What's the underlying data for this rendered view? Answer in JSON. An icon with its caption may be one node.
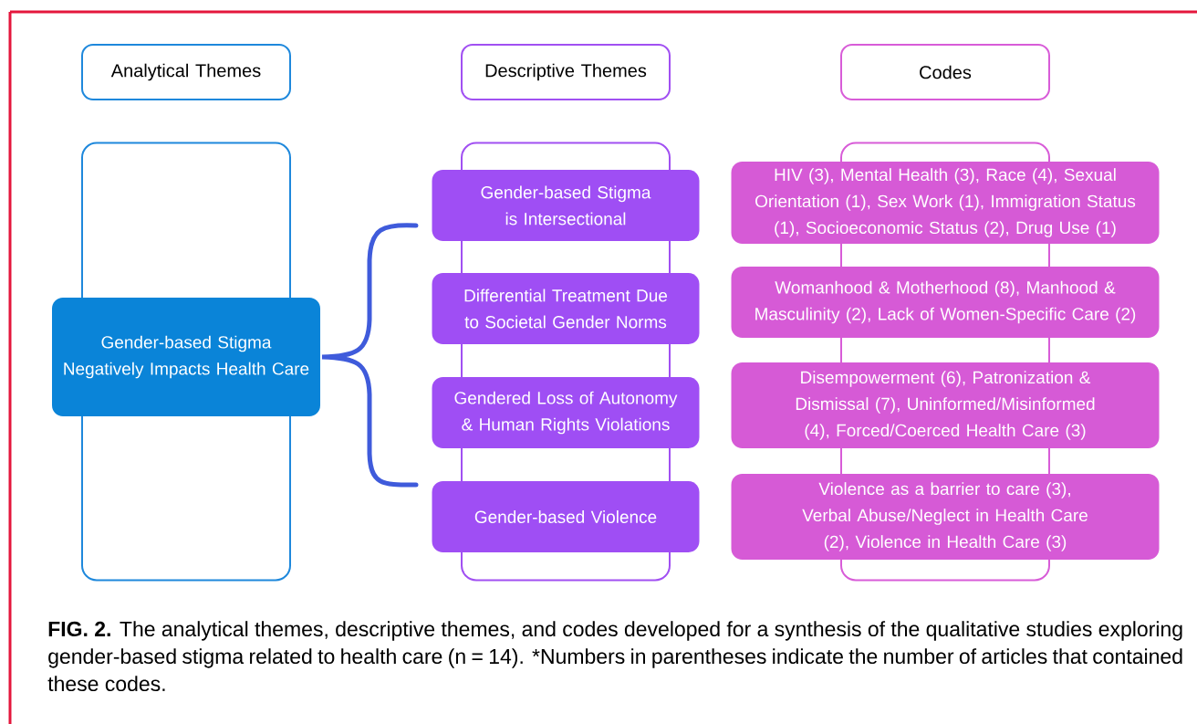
{
  "diagram": {
    "caption": "**FIG. 2.** The analytical themes, descriptive themes, and codes developed for a synthesis of the qualitative studies exploring gender-based stigma related to health care (n = 14). *Numbers in parentheses indicate the number of articles that contained these codes.",
    "nodes": [
      {
        "text": [
          "Analytical Themes"
        ]
      },
      {
        "text": [
          "Descriptive Themes"
        ]
      },
      {
        "text": [
          "Codes"
        ]
      },
      {
        "text": [],
        "shape": "box"
      },
      {
        "text": [
          "Gender-based Stigma Negatively Impacts Health Care"
        ]
      },
      {
        "text": [],
        "shape": "box"
      },
      {
        "text": [
          "Gender-based Stigma is Intersectional"
        ]
      },
      {
        "text": [
          "Differential Treatment Due to Societal Gender Norms"
        ]
      },
      {
        "text": [
          "Gendered Loss of Autonomy & Human Rights Violations"
        ]
      },
      {
        "text": [
          "Gender-based Violence"
        ]
      },
      {
        "text": [],
        "shape": "box"
      },
      {
        "text": [
          "HIV (3), Mental Health (3), Race (4), Sexual Orientation (1), Sex Work (1), Immigration Status (1), Socioeconomic Status (2), Drug Use (1)"
        ]
      },
      {
        "text": [
          "Womanhood & Motherhood (8), Manhood & Masculinity (2), Lack of Women-Specific Care (2)"
        ]
      },
      {
        "text": [
          "Disempowerment (6), Patronization & Dismissal (7), Uninformed/Misinformed (4), Forced/Coerced Health Care (3)"
        ]
      },
      {
        "text": [
          "Violence as a barrier to care (3), Verbal Abuse/Neglect in Health Care (2), Violence in Health Care (3)"
        ]
      }
    ]
  }
}
